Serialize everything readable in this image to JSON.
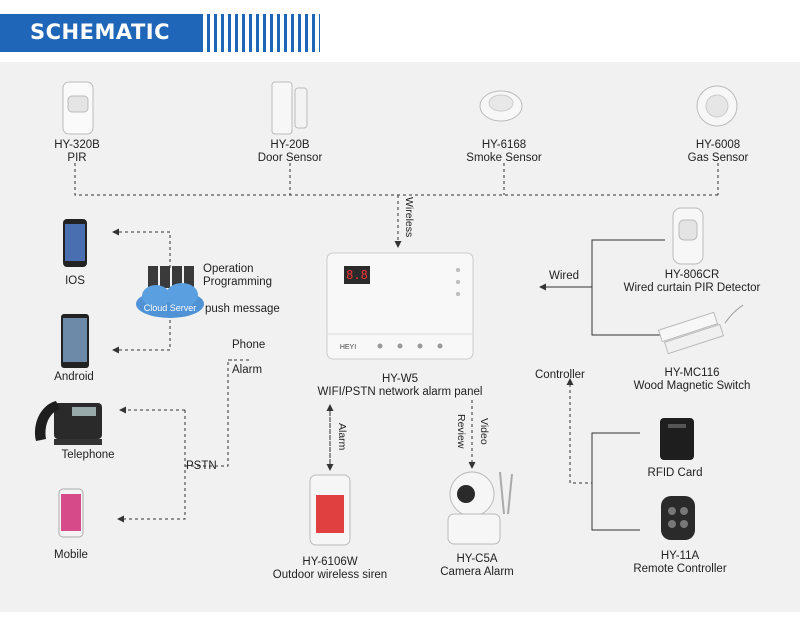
{
  "header": {
    "title": "SCHEMATIC"
  },
  "sensors": [
    {
      "model": "HY-320B",
      "name": "PIR"
    },
    {
      "model": "HY-20B",
      "name": "Door Sensor"
    },
    {
      "model": "HY-6168",
      "name": "Smoke Sensor"
    },
    {
      "model": "HY-6008",
      "name": "Gas Sensor"
    }
  ],
  "phones": {
    "ios": "IOS",
    "android": "Android",
    "telephone": "Telephone",
    "mobile": "Mobile"
  },
  "cloud": {
    "label": "Cloud Server",
    "operation": "Operation",
    "programming": "Programming",
    "push": "push message"
  },
  "links": {
    "wireless": "Wireless",
    "wired": "Wired",
    "phone": "Phone",
    "alarm": "Alarm",
    "pstn": "PSTN",
    "controller": "Controller",
    "siren_alarm": "Alarm",
    "review": "Review",
    "video": "Video"
  },
  "panel": {
    "model": "HY-W5",
    "desc": "WIFI/PSTN network alarm panel",
    "display": "8.8",
    "brand": "HEYI"
  },
  "wired_devices": [
    {
      "model": "HY-806CR",
      "name": "Wired curtain PIR Detector"
    },
    {
      "model": "HY-MC116",
      "name": "Wood Magnetic Switch"
    }
  ],
  "controllers": [
    {
      "model": "",
      "name": "RFID Card"
    },
    {
      "model": "HY-11A",
      "name": "Remote Controller"
    }
  ],
  "outputs": [
    {
      "model": "HY-6106W",
      "name": "Outdoor wireless siren"
    },
    {
      "model": "HY-C5A",
      "name": "Camera Alarm"
    }
  ]
}
